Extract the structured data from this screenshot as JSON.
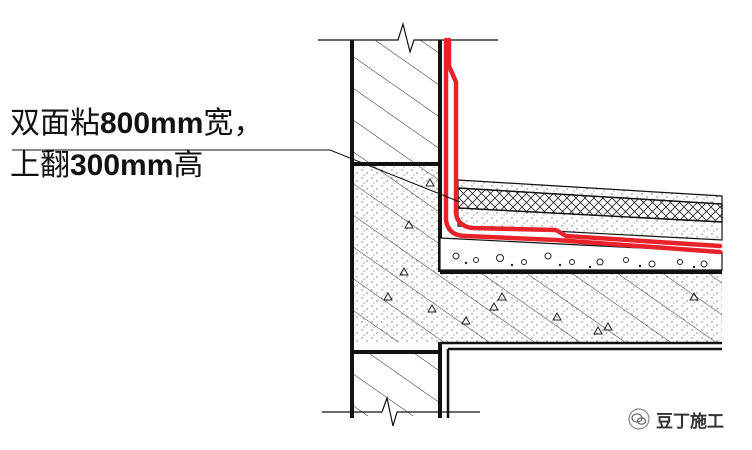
{
  "annotation": {
    "line1_pre": "双面粘",
    "line1_num": "800mm",
    "line1_post": "宽，",
    "line2_pre": "上翻",
    "line2_num": "300mm",
    "line2_post": "高"
  },
  "watermark": {
    "text": "豆丁施工",
    "icon": "wechat-icon"
  },
  "colors": {
    "membrane": "#e8222a",
    "ink": "#111111",
    "background": "#ffffff"
  }
}
